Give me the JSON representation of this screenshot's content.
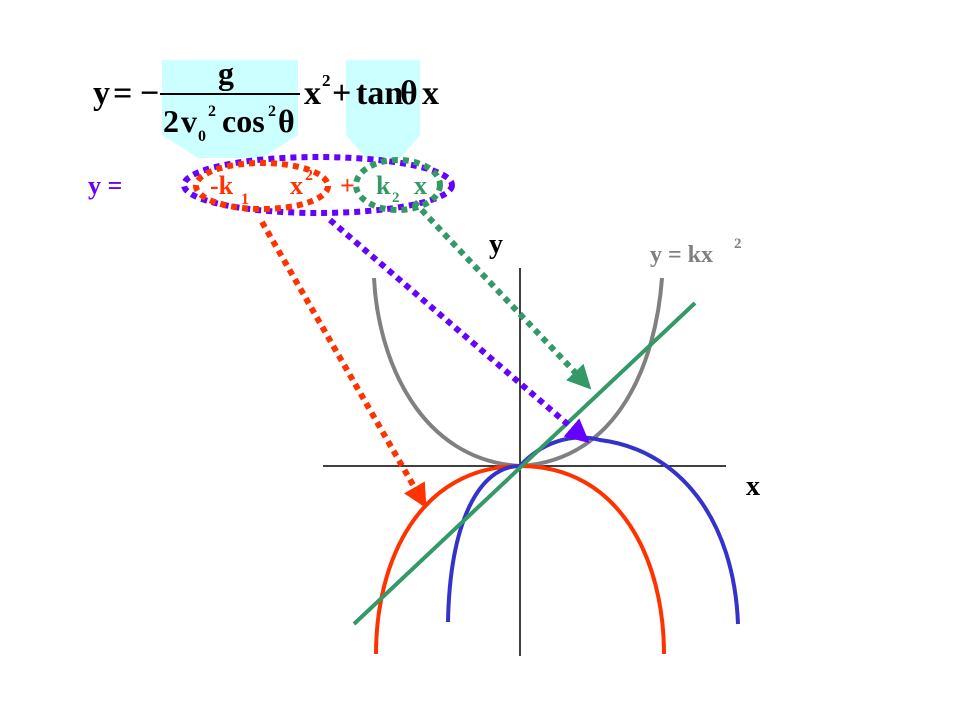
{
  "formula": {
    "lhs": "y",
    "equals": "=",
    "minus": "−",
    "numerator": "g",
    "den_coef": "2",
    "den_v": "v",
    "den_v_sub": "0",
    "den_v_sup": "2",
    "den_cos": "cos",
    "den_cos_sup": "2",
    "den_theta": "θ",
    "x_sq": "x",
    "x_sq_sup": "2",
    "plus": "+",
    "tan": "tan",
    "tan_theta": "θ",
    "x_lin": "x"
  },
  "simplified": {
    "y_eq": "y =",
    "neg_k": "-k",
    "k1_sub": "1",
    "x2": "x",
    "x2_sup": "2",
    "plus": "+",
    "k": "k",
    "k2_sub": "2",
    "x": "x"
  },
  "labels": {
    "y_axis": "y",
    "x_axis": "x",
    "parabola": "y = kx",
    "parabola_sup": "2"
  },
  "colors": {
    "highlight": "#ccffff",
    "orange": "#ff3300",
    "purple": "#6600ff",
    "green": "#339966",
    "gray": "#808080",
    "blue": "#3333cc",
    "black": "#000000"
  }
}
